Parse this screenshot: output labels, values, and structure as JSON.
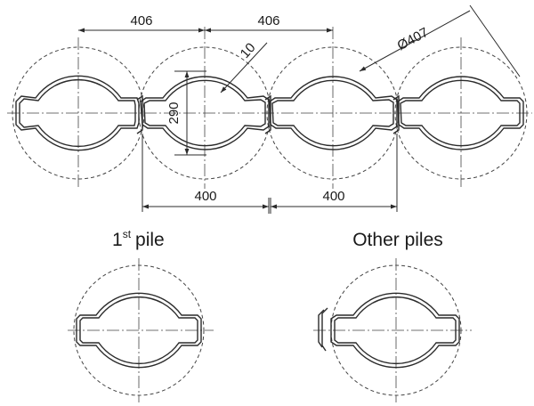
{
  "diagram": {
    "dimensions": {
      "pitch_left": "406",
      "pitch_right": "406",
      "diameter": "Ø407",
      "thickness": "10",
      "height": "290",
      "spacing_left": "400",
      "spacing_right": "400"
    },
    "captions": {
      "first_pile_number": "1",
      "first_pile_sup": "st",
      "first_pile_word": "pile",
      "other_piles": "Other piles"
    },
    "colors": {
      "stroke": "#2b2b2b",
      "dash": "#444444",
      "background": "#ffffff"
    }
  }
}
